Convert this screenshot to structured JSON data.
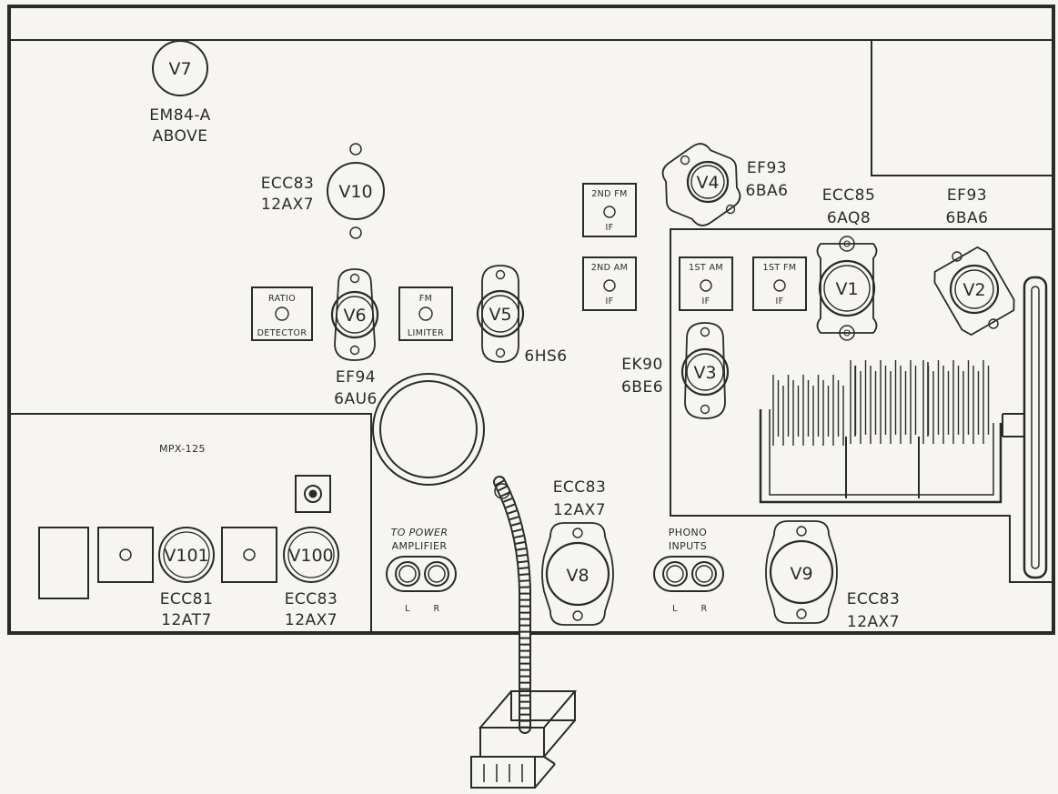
{
  "tubes": {
    "v1": "V1",
    "v2": "V2",
    "v3": "V3",
    "v4": "V4",
    "v5": "V5",
    "v6": "V6",
    "v7": "V7",
    "v8": "V8",
    "v9": "V9",
    "v10": "V10",
    "v100": "V100",
    "v101": "V101"
  },
  "labels": {
    "v7_type": "EM84-A",
    "v7_note": "ABOVE",
    "v10_type1": "ECC83",
    "v10_type2": "12AX7",
    "v4_type1": "EF93",
    "v4_type2": "6BA6",
    "v1_type1": "ECC85",
    "v1_type2": "6AQ8",
    "v2_type1": "EF93",
    "v2_type2": "6BA6",
    "v6_type1": "EF94",
    "v6_type2": "6AU6",
    "v5_type": "6HS6",
    "v3_type1": "EK90",
    "v3_type2": "6BE6",
    "v8_type1": "ECC83",
    "v8_type2": "12AX7",
    "v9_type1": "ECC83",
    "v9_type2": "12AX7",
    "v101_type1": "ECC81",
    "v101_type2": "12AT7",
    "v100_type1": "ECC83",
    "v100_type2": "12AX7"
  },
  "transformers": {
    "if_2nd_fm_top": "2ND FM",
    "if_2nd_fm_bottom": "IF",
    "if_2nd_am_top": "2ND AM",
    "if_2nd_am_bottom": "IF",
    "if_1st_am_top": "1ST AM",
    "if_1st_am_bottom": "IF",
    "if_1st_fm_top": "1ST FM",
    "if_1st_fm_bottom": "IF",
    "ratio_top": "RATIO",
    "ratio_bottom": "DETECTOR",
    "limiter_top": "FM",
    "limiter_bottom": "LIMITER"
  },
  "jacks": {
    "power_amp_line1": "TO POWER",
    "power_amp_line2": "AMPLIFIER",
    "phono_line1": "PHONO",
    "phono_line2": "INPUTS",
    "left": "L",
    "right": "R"
  },
  "mpx": {
    "label": "MPX-125"
  }
}
